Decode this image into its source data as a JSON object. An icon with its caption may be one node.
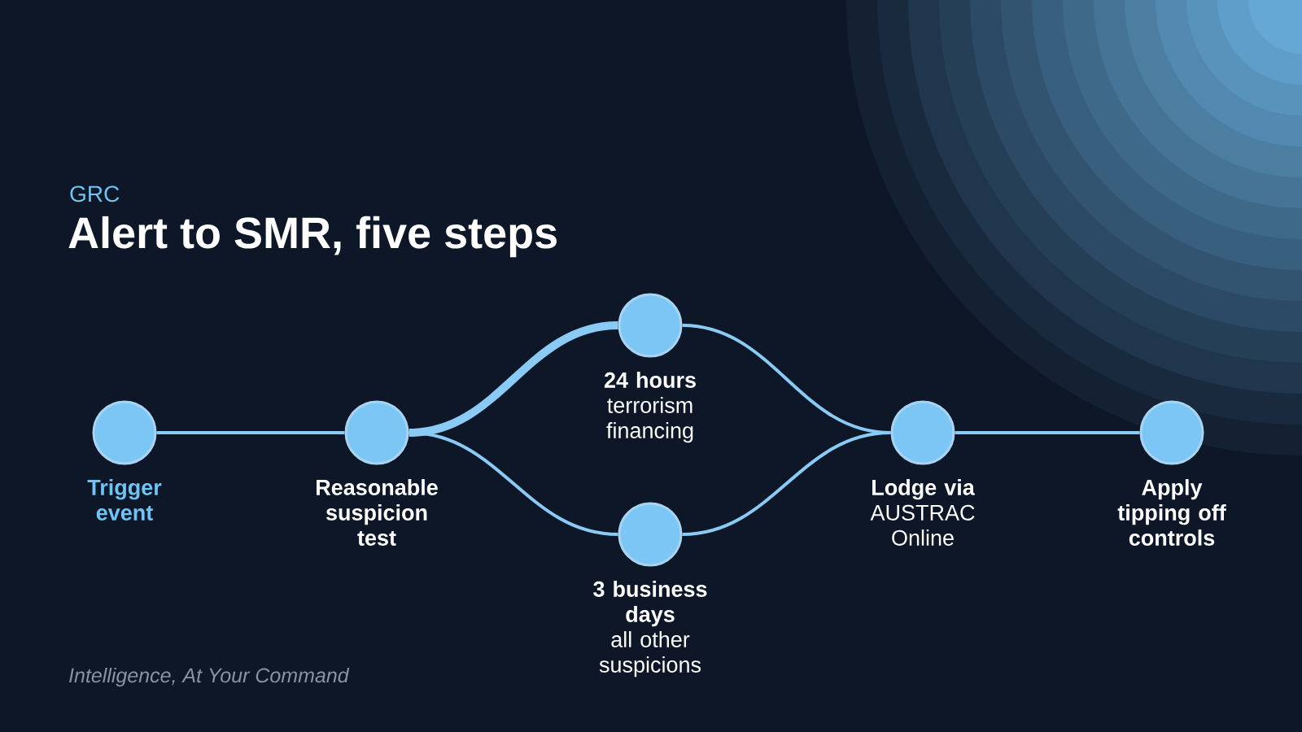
{
  "diagram": {
    "title": "Alert to SMR, five steps",
    "nodes": [
      {
        "text": [
          "Trigger event"
        ]
      },
      {
        "text": [
          "Reasonable suspicion test"
        ]
      },
      {
        "text": [
          "24 hours",
          "terrorism financing"
        ]
      },
      {
        "text": [
          "3 business days",
          "all other suspicions"
        ]
      },
      {
        "text": [
          "Lodge via",
          "AUSTRAC Online"
        ]
      },
      {
        "text": [
          "Apply tipping off controls"
        ]
      }
    ],
    "edges": [
      {
        "from": 0,
        "to": 1,
        "arrow": "none"
      },
      {
        "from": 1,
        "to": 2,
        "arrow": "none",
        "style": "thick"
      },
      {
        "from": 1,
        "to": 3,
        "arrow": "none"
      },
      {
        "from": 2,
        "to": 4,
        "arrow": "none"
      },
      {
        "from": 3,
        "to": 4,
        "arrow": "none"
      },
      {
        "from": 4,
        "to": 5,
        "arrow": "none"
      }
    ],
    "labels": [
      "GRC",
      "Intelligence, At Your Command"
    ]
  }
}
